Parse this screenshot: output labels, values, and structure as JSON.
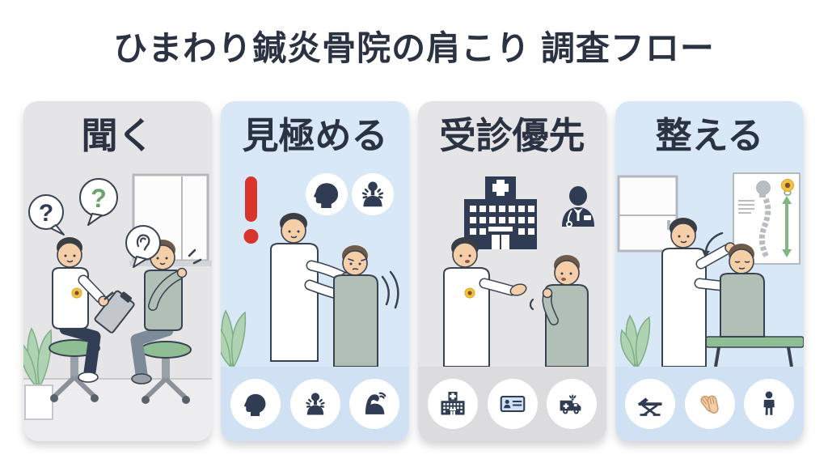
{
  "title": "ひまわり鍼炎骨院の肩こり 調査フロー",
  "panels": [
    {
      "header": "聞く",
      "tone": "gray",
      "scene": "practitioner-interviewing-seated-patient",
      "bubble_icons": [
        "question-mark-navy",
        "question-mark-green",
        "ear"
      ],
      "question_mark": "?"
    },
    {
      "header": "見極める",
      "tone": "blue",
      "scene": "practitioner-examining-patient-shoulders",
      "top_icons": [
        "exclamation-mark",
        "head-profile",
        "tense-shoulders"
      ],
      "bottom_icons": [
        "head-profile",
        "tense-shoulders",
        "flexed-arm"
      ]
    },
    {
      "header": "受診優先",
      "tone": "gray",
      "scene": "practitioner-recommending-hospital-visit",
      "top_icons": [
        "hospital-building",
        "doctor-silhouette"
      ],
      "bottom_icons": [
        "hospital-building",
        "insurance-card",
        "ambulance"
      ]
    },
    {
      "header": "整える",
      "tone": "blue",
      "scene": "practitioner-adjusting-patient-neck",
      "top_icons": [
        "spine-poster"
      ],
      "bottom_icons": [
        "treatment-table",
        "massage-hands",
        "standing-person"
      ]
    }
  ],
  "colors": {
    "background": "#ffffff",
    "text_navy": "#2b3343",
    "panel_gray": "#e5e5e7",
    "panel_blue": "#d9e8f7",
    "band_gray": "#dcdcdf",
    "band_blue": "#cfe1f2",
    "icon_navy": "#303c54",
    "alert_red": "#d7352c",
    "question_green": "#6aa370",
    "stool_green": "#8fbe95",
    "leaf_green": "#aed2b2",
    "skin": "#f6cfa9",
    "sunflower_yellow": "#f3c33e"
  }
}
